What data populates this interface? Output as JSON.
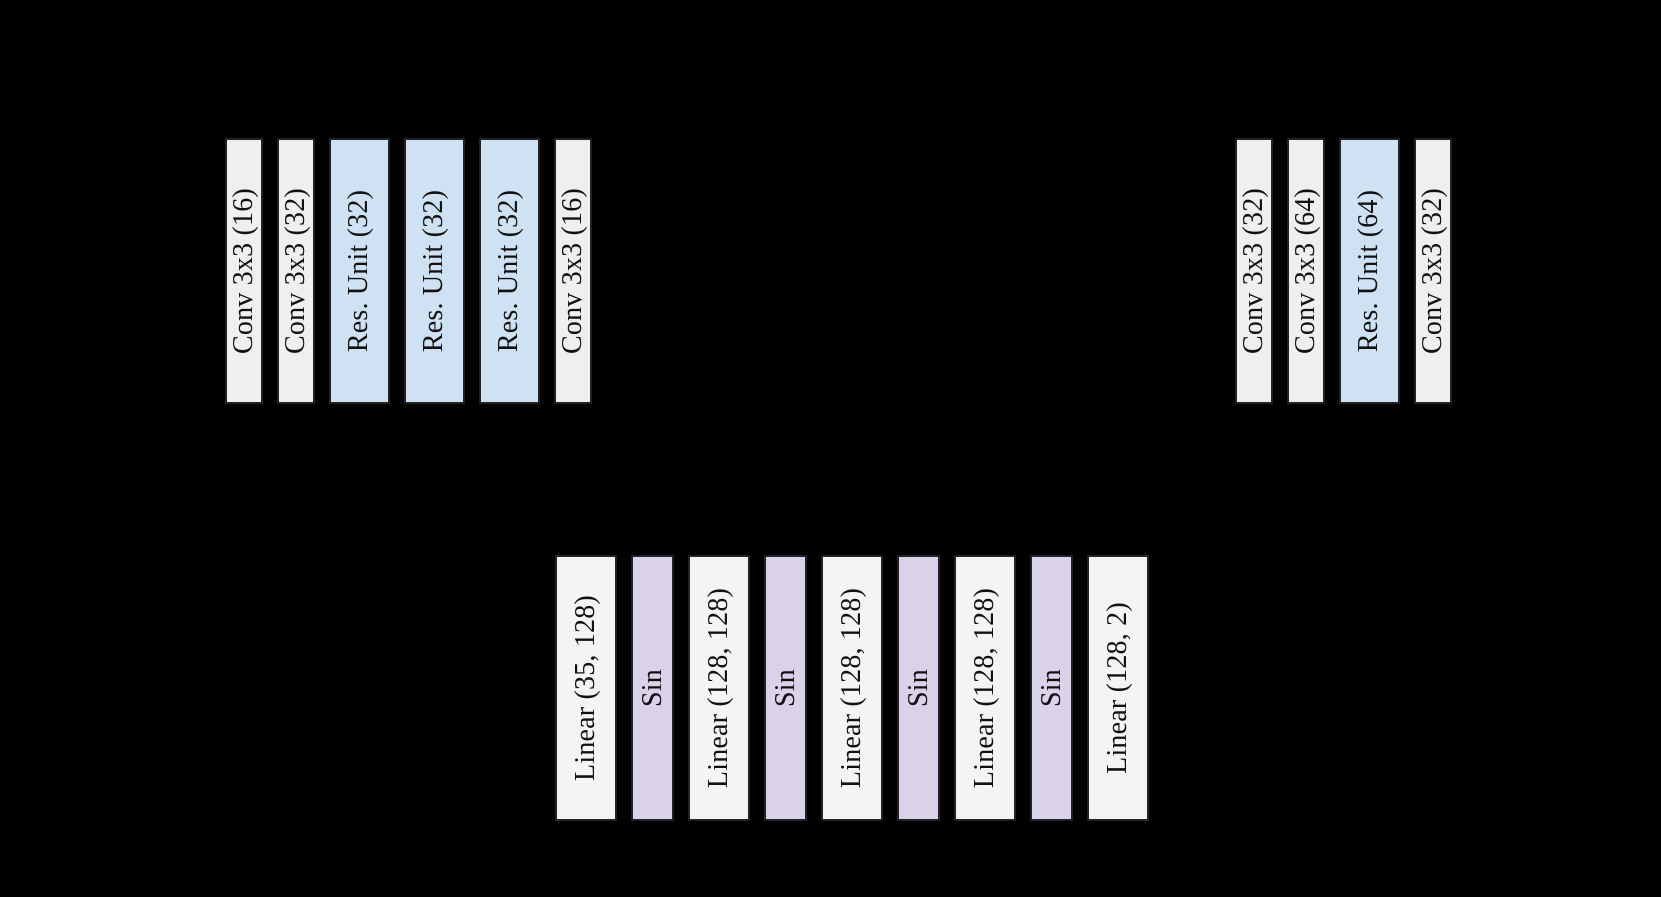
{
  "figure": {
    "description": "Neural network architecture diagram with two convolutional stacks and one sine-activated MLP stack on a black background",
    "background_color": "#000000"
  },
  "colors": {
    "conv": "#efefef",
    "res": "#cfe2f3",
    "linear": "#f4f4f4",
    "sin": "#d9d2e9",
    "border": "#222222",
    "text": "#111111"
  },
  "groups": [
    {
      "id": "conv-stack-left",
      "bars": [
        {
          "label": "Conv 3x3 (16)",
          "type": "conv"
        },
        {
          "label": "Conv 3x3 (32)",
          "type": "conv"
        },
        {
          "label": "Res. Unit (32)",
          "type": "res"
        },
        {
          "label": "Res. Unit (32)",
          "type": "res"
        },
        {
          "label": "Res. Unit (32)",
          "type": "res"
        },
        {
          "label": "Conv 3x3 (16)",
          "type": "conv"
        }
      ]
    },
    {
      "id": "conv-stack-right",
      "bars": [
        {
          "label": "Conv 3x3 (32)",
          "type": "conv"
        },
        {
          "label": "Conv 3x3 (64)",
          "type": "conv"
        },
        {
          "label": "Res. Unit (64)",
          "type": "res"
        },
        {
          "label": "Conv 3x3 (32)",
          "type": "conv"
        }
      ]
    },
    {
      "id": "mlp-stack",
      "bars": [
        {
          "label": "Linear (35, 128)",
          "type": "linear"
        },
        {
          "label": "Sin",
          "type": "sin"
        },
        {
          "label": "Linear (128, 128)",
          "type": "linear"
        },
        {
          "label": "Sin",
          "type": "sin"
        },
        {
          "label": "Linear (128, 128)",
          "type": "linear"
        },
        {
          "label": "Sin",
          "type": "sin"
        },
        {
          "label": "Linear (128, 128)",
          "type": "linear"
        },
        {
          "label": "Sin",
          "type": "sin"
        },
        {
          "label": "Linear (128, 2)",
          "type": "linear"
        }
      ]
    }
  ]
}
